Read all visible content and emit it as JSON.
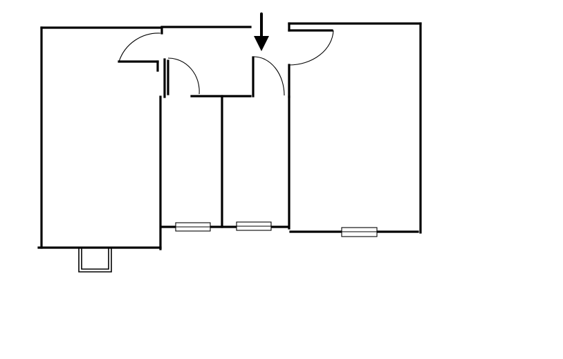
{
  "diagram": {
    "kind": "floor-plan",
    "line_color": "#000000",
    "background": "#ffffff",
    "rooms": [
      "left-room",
      "middle-left-room",
      "middle-right-room",
      "right-room"
    ],
    "doors": [
      "left-room-door",
      "middle-left-door",
      "middle-right-door",
      "right-room-door"
    ],
    "windows": [
      "window-middle-left",
      "window-middle-right",
      "window-right-room"
    ],
    "entrance_marker": "arrow-down-icon"
  }
}
